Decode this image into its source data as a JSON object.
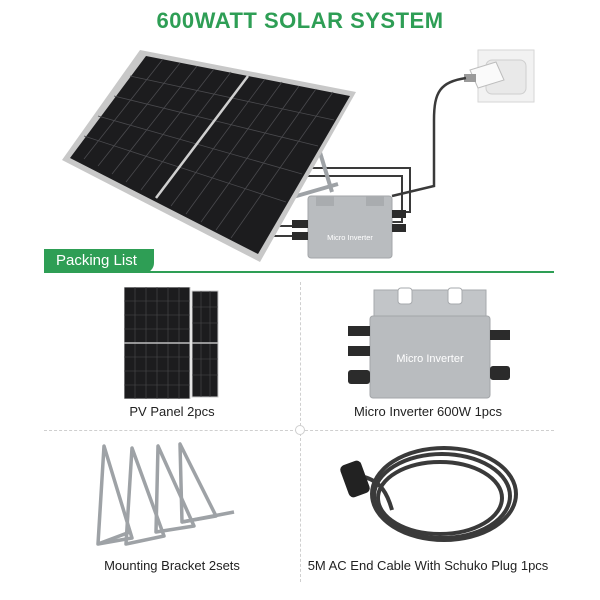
{
  "header": {
    "title": "600WATT SOLAR SYSTEM"
  },
  "hero": {
    "inverter_label": "Micro Inverter"
  },
  "packing": {
    "tab_label": "Packing List",
    "items": [
      {
        "caption": "PV Panel 2pcs"
      },
      {
        "caption": "Micro Inverter 600W 1pcs",
        "device_label": "Micro Inverter"
      },
      {
        "caption": "Mounting Bracket 2sets"
      },
      {
        "caption": "5M AC End Cable With Schuko Plug 1pcs"
      }
    ]
  },
  "colors": {
    "accent": "#2e9e55",
    "panel": "#1c1c1e",
    "inverter": "#b9bcbf",
    "cable": "#3a3a3a"
  }
}
